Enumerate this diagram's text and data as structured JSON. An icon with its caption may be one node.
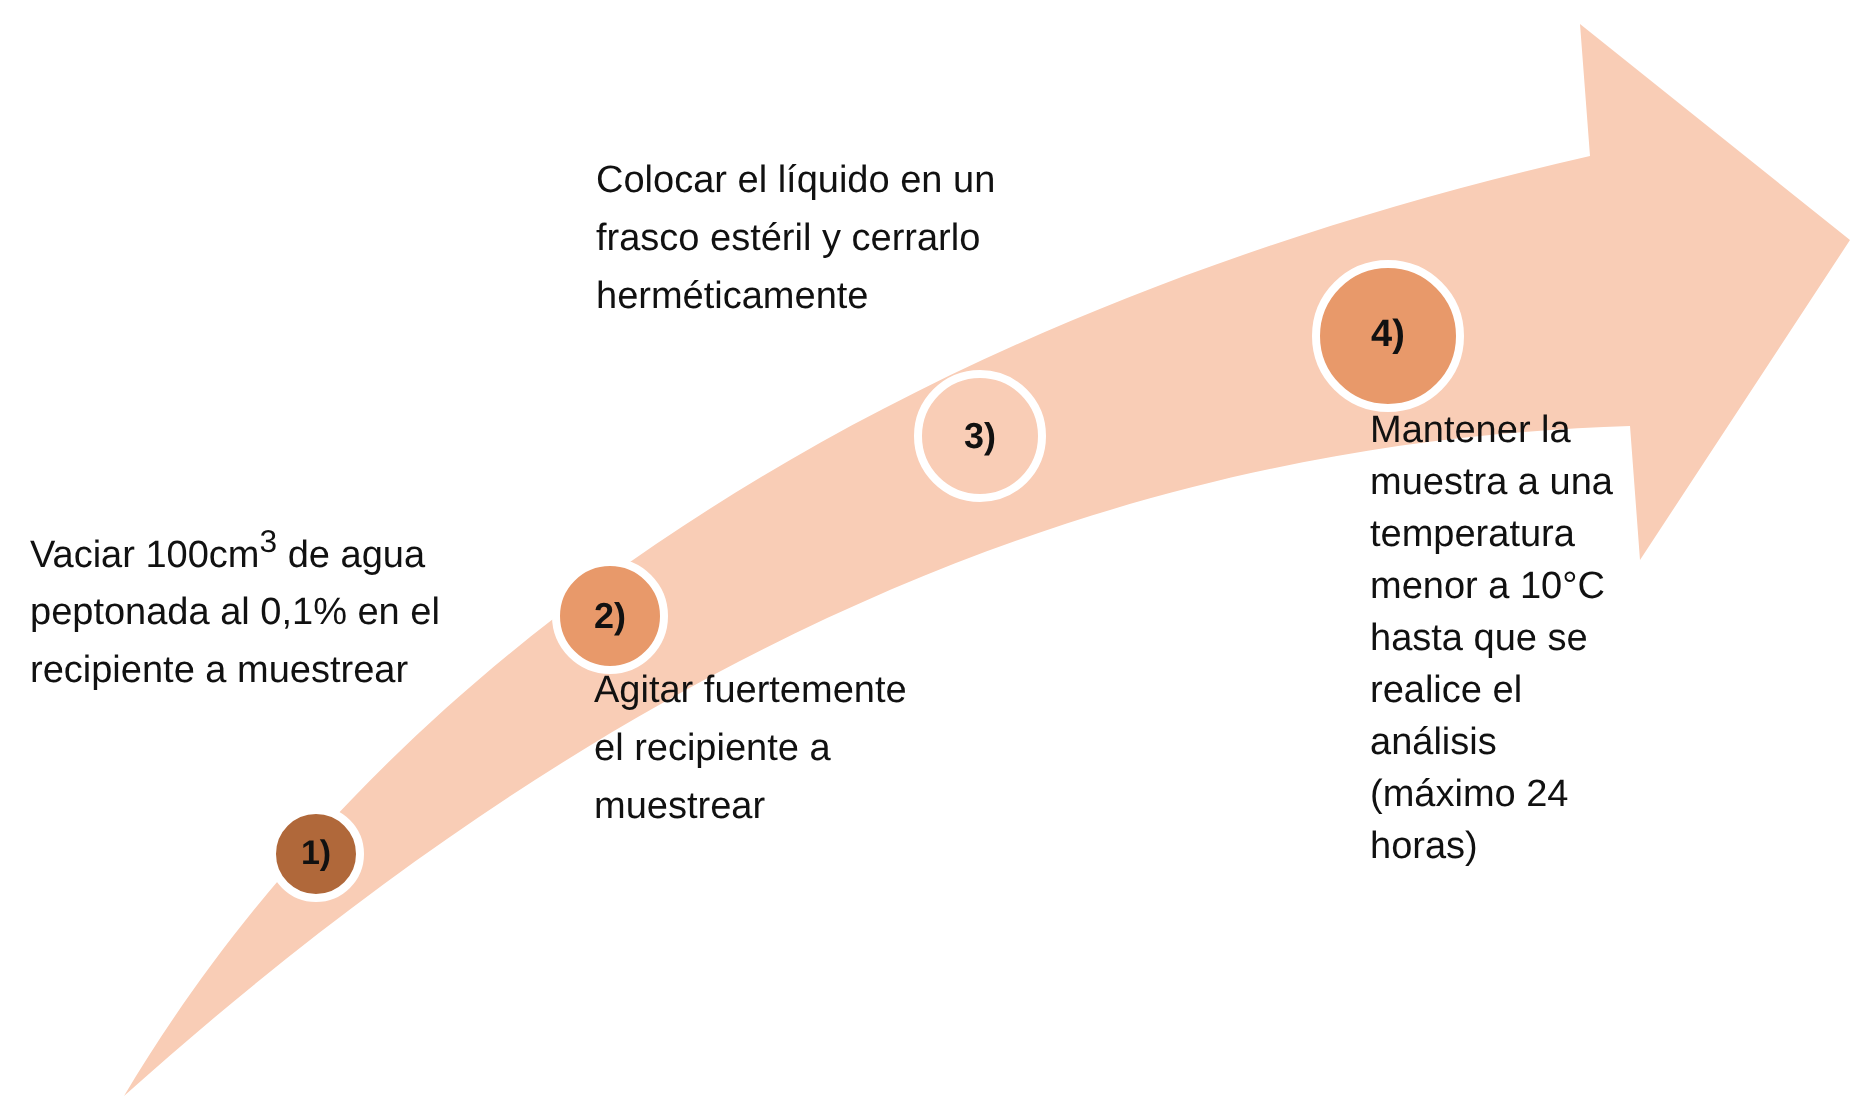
{
  "diagram": {
    "nodes": [
      {
        "text": [
          "1)"
        ],
        "beside": [
          "Vaciar 100cm$^{3}$ de agua peptonada al 0,1% en el recipiente a muestrear"
        ]
      },
      {
        "text": [
          "2)"
        ],
        "beside": [
          "Agitar fuertemente el recipiente a muestrear"
        ]
      },
      {
        "text": [
          "3)"
        ],
        "beside": [
          "Colocar el líquido en un frasco estéril y cerrarlo herméticamente"
        ]
      },
      {
        "text": [
          "4)"
        ],
        "beside": [
          "Mantener la muestra a una temperatura menor a 10°C hasta que se realice el análisis (máximo 24 horas)"
        ]
      }
    ]
  }
}
